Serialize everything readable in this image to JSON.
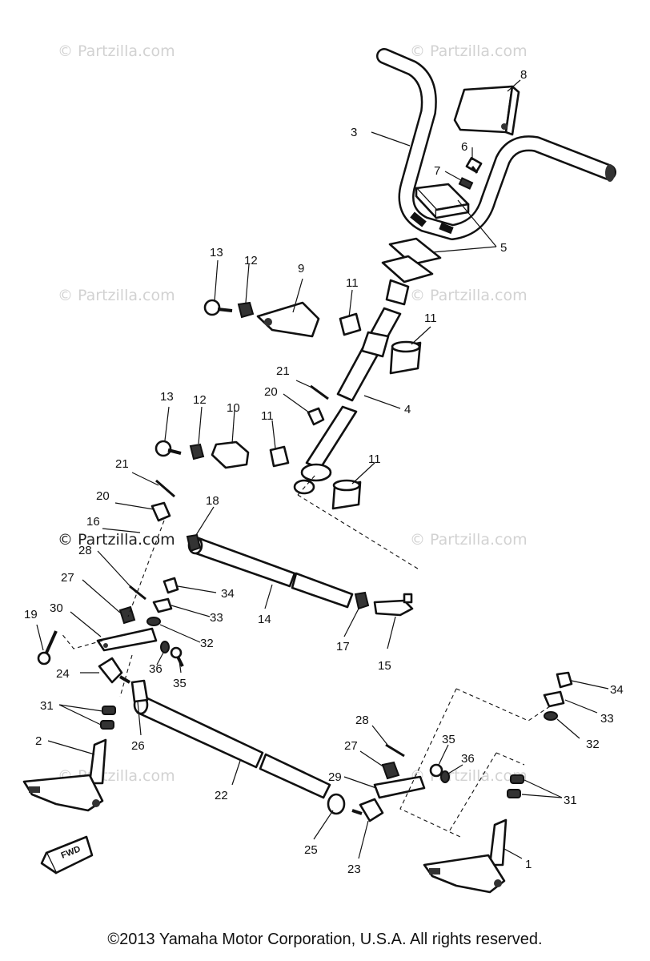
{
  "watermark": {
    "text": "© Partzilla.com"
  },
  "callouts": {
    "c1": "1",
    "c2": "2",
    "c3": "3",
    "c4": "4",
    "c5": "5",
    "c6": "6",
    "c7": "7",
    "c8": "8",
    "c9": "9",
    "c10": "10",
    "c11a": "11",
    "c11b": "11",
    "c11c": "11",
    "c11d": "11",
    "c12a": "12",
    "c12b": "12",
    "c13a": "13",
    "c13b": "13",
    "c14": "14",
    "c15": "15",
    "c16": "16",
    "c17": "17",
    "c18": "18",
    "c19": "19",
    "c20a": "20",
    "c20b": "20",
    "c21a": "21",
    "c21b": "21",
    "c22": "22",
    "c23": "23",
    "c24": "24",
    "c25": "25",
    "c26": "26",
    "c27a": "27",
    "c27b": "27",
    "c28a": "28",
    "c28b": "28",
    "c29": "29",
    "c30": "30",
    "c31a": "31",
    "c31b": "31",
    "c32a": "32",
    "c32b": "32",
    "c33a": "33",
    "c33b": "33",
    "c34a": "34",
    "c34b": "34",
    "c35a": "35",
    "c35b": "35",
    "c36a": "36",
    "c36b": "36"
  },
  "fwd_label": "FWD",
  "copyright": "©2013 Yamaha Motor Corporation, U.S.A. All rights reserved."
}
